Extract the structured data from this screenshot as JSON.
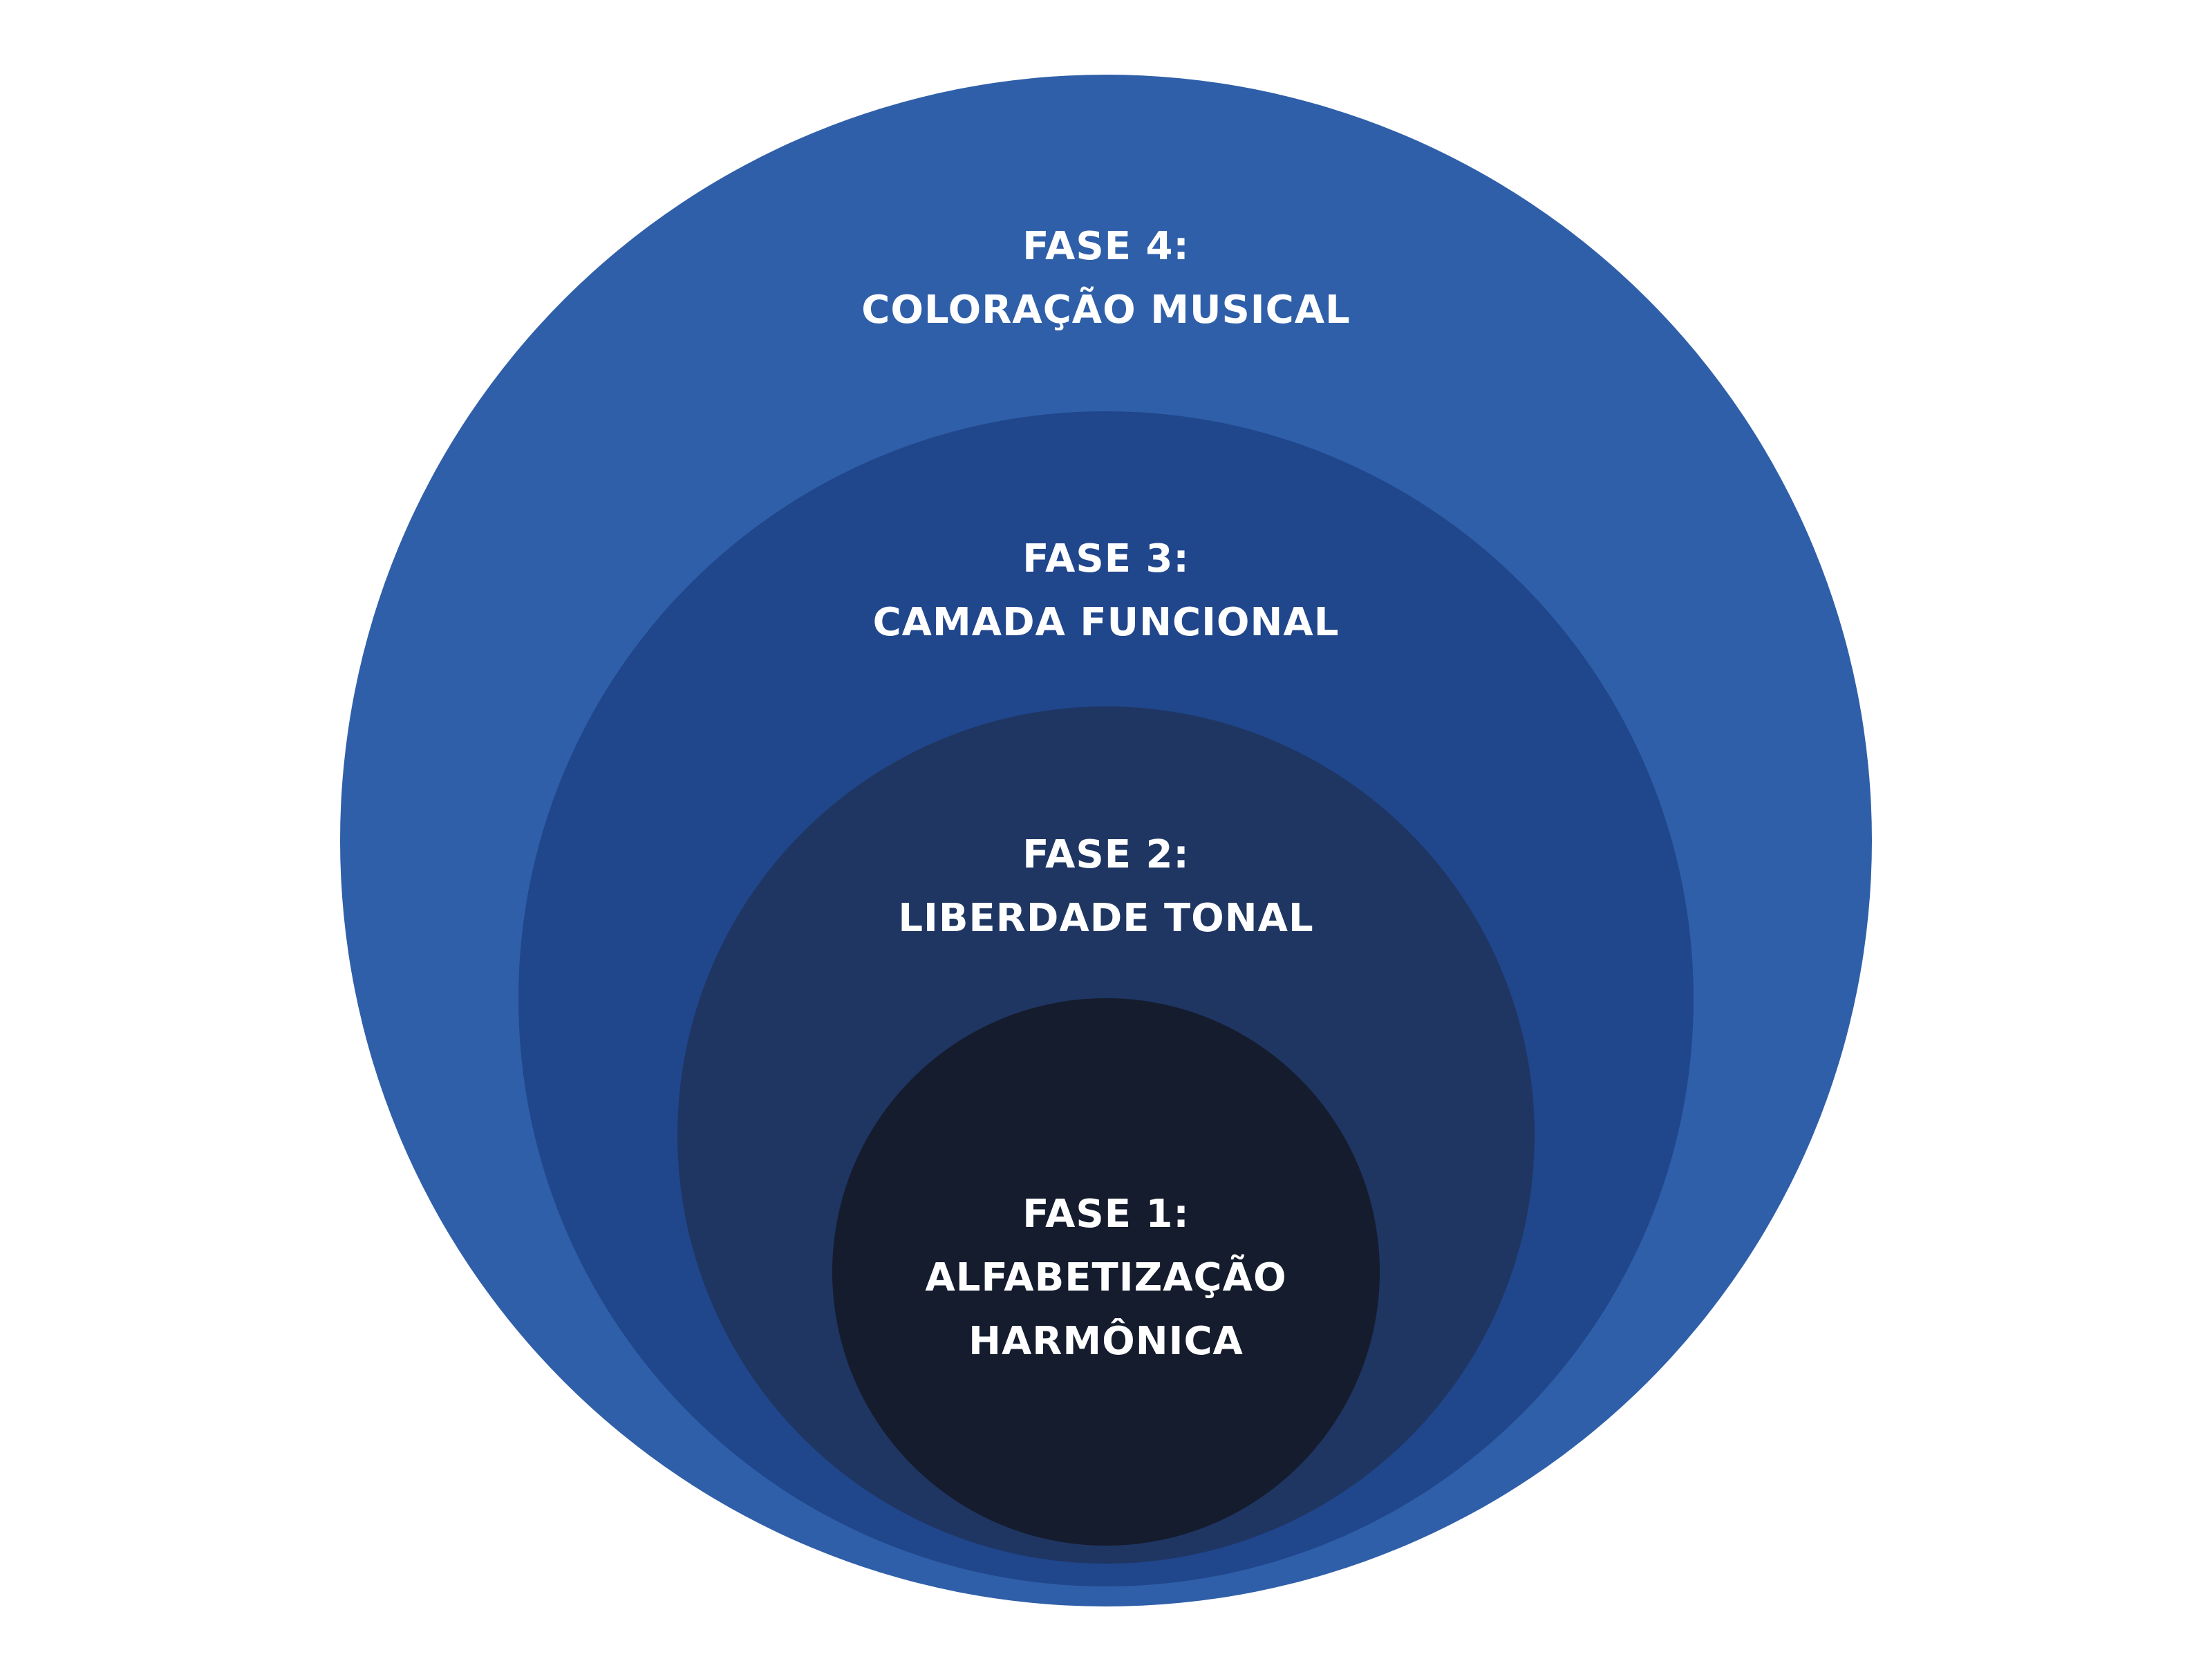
{
  "diagram": {
    "type": "nested-circles",
    "phases": [
      {
        "id": "phase-4",
        "color": "#2F5FA9",
        "lines": [
          "FASE 4:",
          "COLORAÇÃO MUSICAL"
        ]
      },
      {
        "id": "phase-3",
        "color": "#20468C",
        "lines": [
          "FASE 3:",
          "CAMADA FUNCIONAL"
        ]
      },
      {
        "id": "phase-2",
        "color": "#1F3663",
        "lines": [
          "FASE 2:",
          "LIBERDADE TONAL"
        ]
      },
      {
        "id": "phase-1",
        "color": "#151C2E",
        "lines": [
          "FASE 1:",
          "ALFABETIZAÇÃO",
          "HARMÔNICA"
        ]
      }
    ]
  }
}
